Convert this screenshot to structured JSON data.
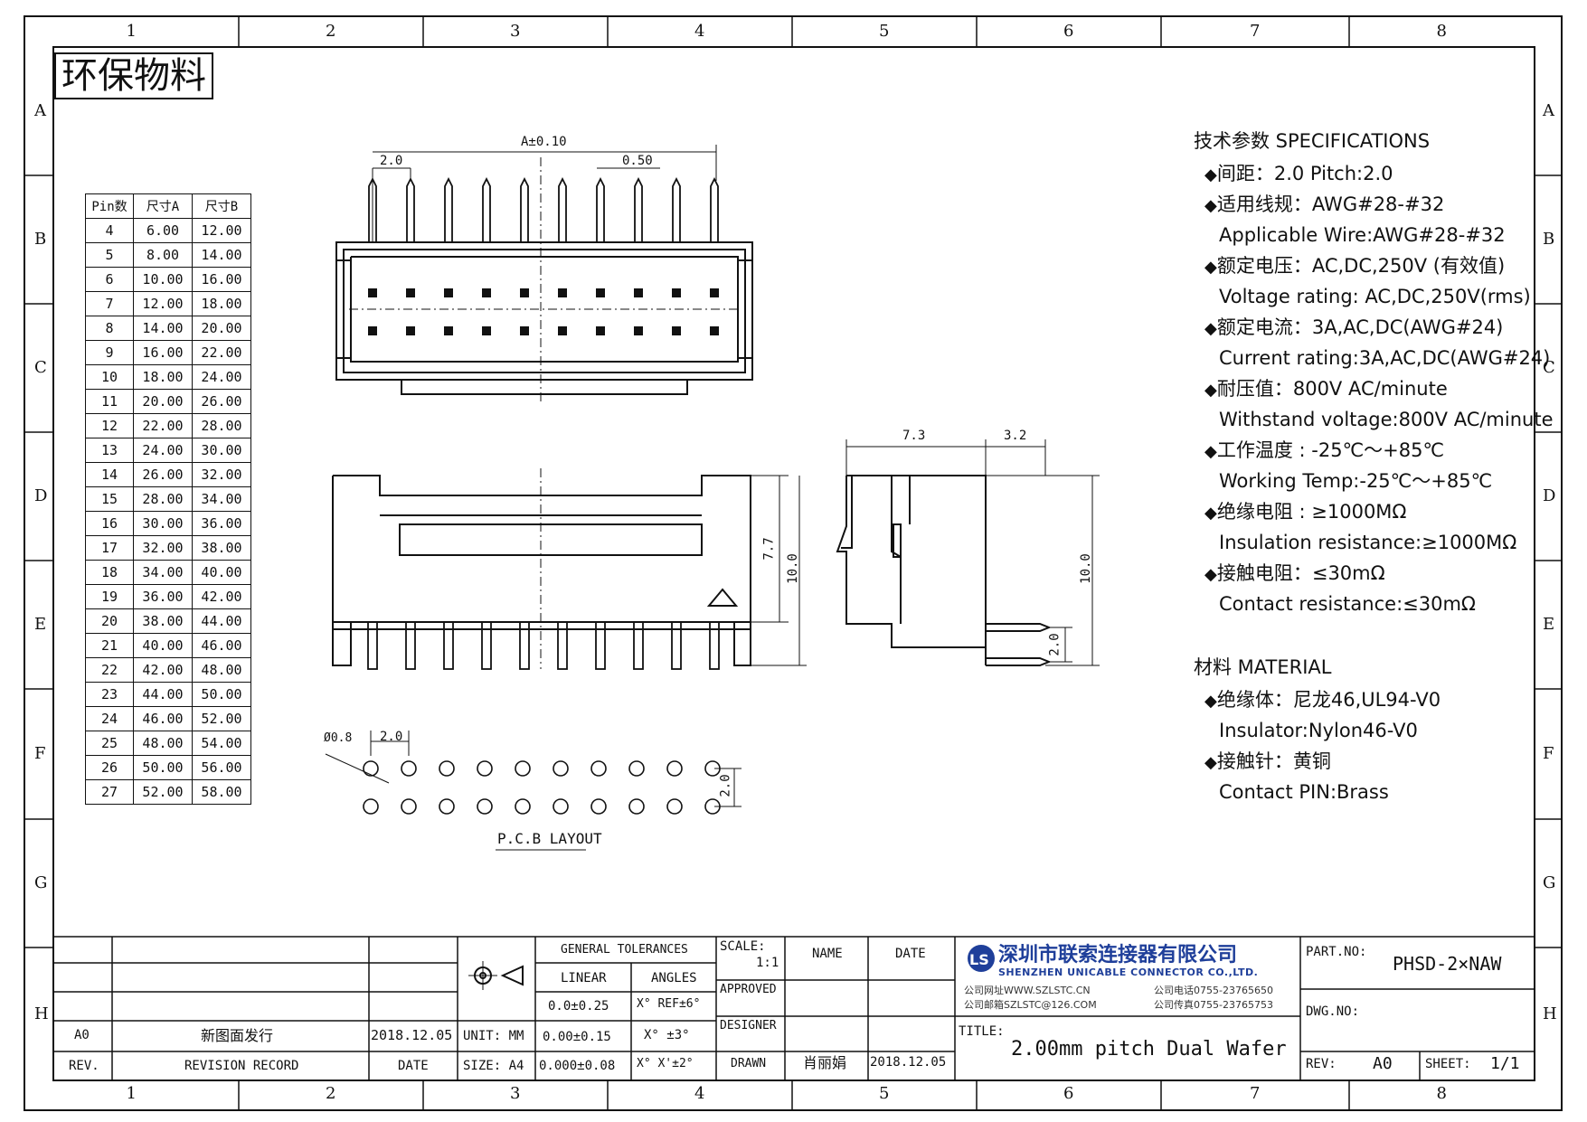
{
  "frame": {
    "col_labels": [
      "1",
      "2",
      "3",
      "4",
      "5",
      "6",
      "7",
      "8"
    ],
    "row_labels": [
      "A",
      "B",
      "C",
      "D",
      "E",
      "F",
      "G",
      "H"
    ]
  },
  "eco_stamp": "环保物料",
  "dimension_table": {
    "headers": [
      "Pin数",
      "尺寸A",
      "尺寸B"
    ],
    "rows": [
      [
        "4",
        "6.00",
        "12.00"
      ],
      [
        "5",
        "8.00",
        "14.00"
      ],
      [
        "6",
        "10.00",
        "16.00"
      ],
      [
        "7",
        "12.00",
        "18.00"
      ],
      [
        "8",
        "14.00",
        "20.00"
      ],
      [
        "9",
        "16.00",
        "22.00"
      ],
      [
        "10",
        "18.00",
        "24.00"
      ],
      [
        "11",
        "20.00",
        "26.00"
      ],
      [
        "12",
        "22.00",
        "28.00"
      ],
      [
        "13",
        "24.00",
        "30.00"
      ],
      [
        "14",
        "26.00",
        "32.00"
      ],
      [
        "15",
        "28.00",
        "34.00"
      ],
      [
        "16",
        "30.00",
        "36.00"
      ],
      [
        "17",
        "32.00",
        "38.00"
      ],
      [
        "18",
        "34.00",
        "40.00"
      ],
      [
        "19",
        "36.00",
        "42.00"
      ],
      [
        "20",
        "38.00",
        "44.00"
      ],
      [
        "21",
        "40.00",
        "46.00"
      ],
      [
        "22",
        "42.00",
        "48.00"
      ],
      [
        "23",
        "44.00",
        "50.00"
      ],
      [
        "24",
        "46.00",
        "52.00"
      ],
      [
        "25",
        "48.00",
        "54.00"
      ],
      [
        "26",
        "50.00",
        "56.00"
      ],
      [
        "27",
        "52.00",
        "58.00"
      ]
    ]
  },
  "dimensions": {
    "overall": "A±0.10",
    "pitch_top": "2.0",
    "pin_width": "0.50",
    "side_depth": "7.3",
    "side_pin": "3.2",
    "height_inner": "7.7",
    "height_front": "10.0",
    "height_side": "10.0",
    "row_pitch_side": "2.0",
    "pcb_hole": "Ø0.8",
    "pcb_pitch": "2.0",
    "pcb_row_pitch": "2.0",
    "pcb_label": "P.C.B LAYOUT"
  },
  "specifications": {
    "heading": "技术参数  SPECIFICATIONS",
    "lines": [
      {
        "bullet": true,
        "text": "间距：2.0      Pitch:2.0"
      },
      {
        "bullet": true,
        "text": "适用线规：AWG#28-#32"
      },
      {
        "bullet": false,
        "text": "Applicable Wire:AWG#28-#32"
      },
      {
        "bullet": true,
        "text": "额定电压：AC,DC,250V (有效值)"
      },
      {
        "bullet": false,
        "text": "Voltage rating: AC,DC,250V(rms)"
      },
      {
        "bullet": true,
        "text": "额定电流：3A,AC,DC(AWG#24)"
      },
      {
        "bullet": false,
        "text": "Current rating:3A,AC,DC(AWG#24)"
      },
      {
        "bullet": true,
        "text": "耐压值：800V AC/minute"
      },
      {
        "bullet": false,
        "text": " Withstand voltage:800V AC/minute"
      },
      {
        "bullet": true,
        "text": "工作温度 : -25℃～+85℃"
      },
      {
        "bullet": false,
        "text": "Working Temp:-25℃～+85℃"
      },
      {
        "bullet": true,
        "text": "绝缘电阻 : ≥1000MΩ"
      },
      {
        "bullet": false,
        "text": "Insulation resistance:≥1000MΩ"
      },
      {
        "bullet": true,
        "text": "接触电阻：≤30mΩ"
      },
      {
        "bullet": false,
        "text": "Contact resistance:≤30mΩ"
      }
    ]
  },
  "material": {
    "heading": "材料  MATERIAL",
    "lines": [
      {
        "bullet": true,
        "text": "绝缘体：尼龙46,UL94-V0"
      },
      {
        "bullet": false,
        "text": " Insulator:Nylon46-V0"
      },
      {
        "bullet": true,
        "text": "接触针：黄铜"
      },
      {
        "bullet": false,
        "text": "Contact PIN:Brass"
      }
    ]
  },
  "title_block": {
    "revision": {
      "rev": "A0",
      "record": "新图面发行",
      "date": "2018.12.05",
      "rev_label": "REV.",
      "record_label": "REVISION RECORD",
      "date_label": "DATE"
    },
    "unit": "UNIT: MM",
    "size": "SIZE: A4",
    "tolerances": {
      "heading": "GENERAL TOLERANCES",
      "linear_label": "LINEAR",
      "angles_label": "ANGLES",
      "linear": [
        "0.0±0.25",
        "0.00±0.15",
        "0.000±0.08"
      ],
      "angles": [
        "X° REF±6°",
        "X° ±3°",
        "X° X'±2°"
      ]
    },
    "scale_label": "SCALE:",
    "scale": "1:1",
    "name_label": "NAME",
    "date_label": "DATE",
    "approved_label": "APPROVED",
    "designer_label": "DESIGNER",
    "drawn_label": "DRAWN",
    "drawn_name": "肖丽娟",
    "drawn_date": "2018.12.05",
    "company_cn": "深圳市联索连接器有限公司",
    "company_en": "SHENZHEN UNICABLE CONNECTOR CO.,LTD.",
    "website": "公司网址WWW.SZLSTC.CN",
    "email": "公司邮箱SZLSTC@126.COM",
    "phone": "公司电话0755-23765650",
    "fax": "公司传真0755-23765753",
    "title_label": "TITLE:",
    "title": "2.00mm pitch Dual Wafer",
    "part_no_label": "PART.NO:",
    "part_no": "PHSD-2×NAW",
    "dwg_no_label": "DWG.NO:",
    "rev_label": "REV:",
    "rev_value": "A0",
    "sheet_label": "SHEET:",
    "sheet": "1/1",
    "brand_color": "#1f3f9a"
  }
}
